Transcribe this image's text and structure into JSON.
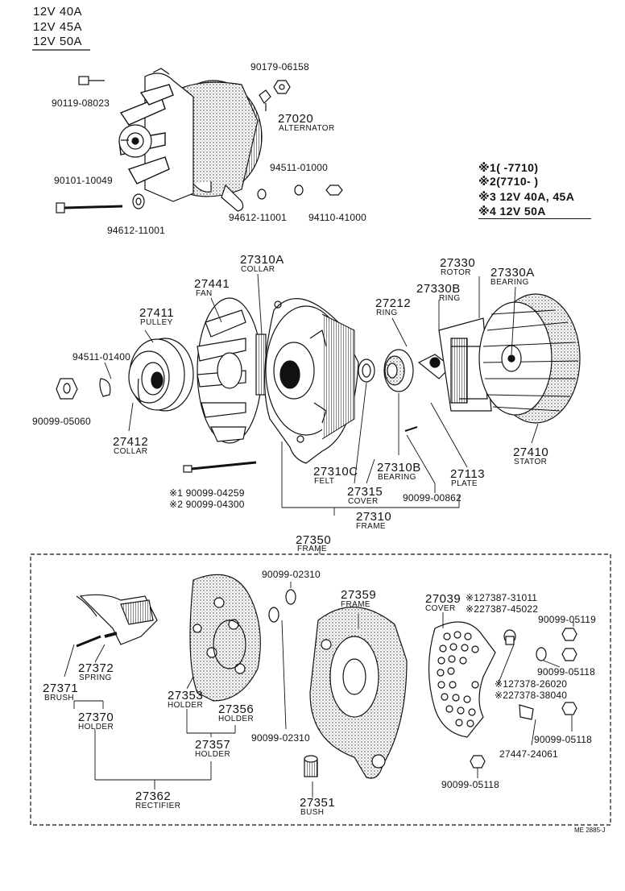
{
  "header": {
    "lines": [
      "12V 40A",
      "12V 45A",
      "12V 50A"
    ]
  },
  "legend": {
    "n1": "※1(      -7710)",
    "n2": "※2(7710-       )",
    "n3": "※3 12V 40A, 45A",
    "n4": "※4 12V 50A"
  },
  "parts": {
    "p90119": "90119-08023",
    "p90179": "90179-06158",
    "p27020": "27020",
    "p27020_name": "ALTERNATOR",
    "p90101": "90101-10049",
    "p94612a": "94612-11001",
    "p94511a": "94511-01000",
    "p94612b": "94612-11001",
    "p94110": "94110-41000",
    "p27310A": "27310A",
    "p27310A_name": "COLLAR",
    "p27441": "27441",
    "p27441_name": "FAN",
    "p27411": "27411",
    "p27411_name": "PULLEY",
    "p94511b": "94511-01400",
    "p90099_05060": "90099-05060",
    "p27412": "27412",
    "p27412_name": "COLLAR",
    "p27330": "27330",
    "p27330_name": "ROTOR",
    "p27330A": "27330A",
    "p27330A_name": "BEARING",
    "p27330B": "27330B",
    "p27330B_name": "RING",
    "p27212": "27212",
    "p27212_name": "RING",
    "p27410": "27410",
    "p27410_name": "STATOR",
    "p27310C": "27310C",
    "p27310C_name": "FELT",
    "p27310B": "27310B",
    "p27310B_name": "BEARING",
    "p27113": "27113",
    "p27113_name": "PLATE",
    "p27315": "27315",
    "p27315_name": "COVER",
    "p90099_00862": "90099-00862",
    "p27310": "27310",
    "p27310_name": "FRAME",
    "p_bolt1": "※1 90099-04259",
    "p_bolt2": "※2 90099-04300",
    "p27350": "27350",
    "p27350_name": "FRAME",
    "p90099_02310a": "90099-02310",
    "p27359": "27359",
    "p27359_name": "FRAME",
    "p27039": "27039",
    "p27039_name": "COVER",
    "p127387": "※127387-31011",
    "p227387": "※227387-45022",
    "p90099_05119": "90099-05119",
    "p90099_05118a": "90099-05118",
    "p127378": "※127378-26020",
    "p227378": "※227378-38040",
    "p90099_05118b": "90099-05118",
    "p27447": "27447-24061",
    "p90099_05118c": "90099-05118",
    "p27372": "27372",
    "p27372_name": "SPRING",
    "p27371": "27371",
    "p27371_name": "BRUSH",
    "p27370": "27370",
    "p27370_name": "HOLDER",
    "p27353": "27353",
    "p27353_name": "HOLDER",
    "p27356": "27356",
    "p27356_name": "HOLDER",
    "p90099_02310b": "90099-02310",
    "p27357": "27357",
    "p27357_name": "HOLDER",
    "p27362": "27362",
    "p27362_name": "RECTIFIER",
    "p27351": "27351",
    "p27351_name": "BUSH"
  },
  "footer": {
    "code": "ME 2885-J"
  }
}
